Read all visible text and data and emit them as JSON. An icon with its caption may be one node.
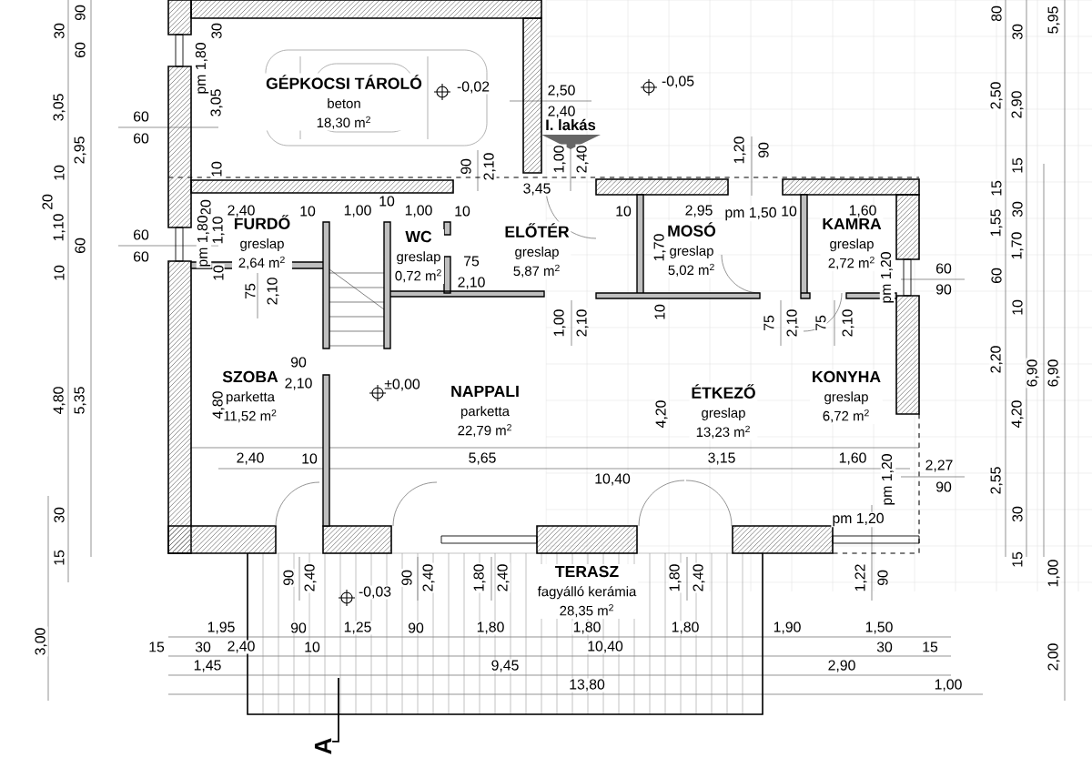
{
  "diagram": {
    "nodes": [
      {
        "text": [
          "GÉPKOCSI TÁROLÓ",
          "beton",
          "18,30 m$^{2}$"
        ]
      },
      {
        "text": [
          "FÜRDŐ",
          "greslap",
          "2,64 m$^{2}$"
        ]
      },
      {
        "text": [
          "WC",
          "greslap",
          "0,72 m$^{2}$"
        ]
      },
      {
        "text": [
          "ELŐTÉR",
          "greslap",
          "5,87 m$^{2}$"
        ]
      },
      {
        "text": [
          "MOSÓ",
          "greslap",
          "5,02 m$^{2}$"
        ]
      },
      {
        "text": [
          "KAMRA",
          "greslap",
          "2,72 m$^{2}$"
        ]
      },
      {
        "text": [
          "SZOBA",
          "parketta",
          "11,52 m$^{2}$"
        ]
      },
      {
        "text": [
          "NAPPALI",
          "parketta",
          "22,79 m$^{2}$"
        ]
      },
      {
        "text": [
          "ÉTKEZŐ",
          "greslap",
          "13,23 m$^{2}$"
        ]
      },
      {
        "text": [
          "KONYHA",
          "greslap",
          "6,72 m$^{2}$"
        ]
      },
      {
        "text": [
          "TERASZ",
          "fagyálló kerámia",
          "28,35 m$^{2}$"
        ]
      }
    ],
    "labels": [
      "90",
      "30",
      "60",
      "60",
      "60",
      "pm 1,80",
      "30",
      "3,05",
      "3,05",
      "2,95",
      "10",
      "10",
      "20",
      "20",
      "1,10",
      "60",
      "10",
      "60",
      "60",
      "pm 1,80",
      "1,10",
      "10",
      "75",
      "2,10",
      "-0,02",
      "2,50",
      "2,40",
      "I. lakás",
      "-0,05",
      "1,00",
      "2,40",
      "90",
      "2,10",
      "1,20",
      "90",
      "2,40",
      "10",
      "1,00",
      "10",
      "1,00",
      "10",
      "3,45",
      "10",
      "2,95",
      "pm 1,50",
      "10",
      "1,60",
      "75",
      "2,10",
      "1,70",
      "pm 1,20",
      "60",
      "90",
      "10",
      "1,00",
      "2,10",
      "75",
      "2,10",
      "75",
      "2,10",
      "90",
      "2,10",
      "±0,00",
      "4,80",
      "4,20",
      "4,80",
      "5,35",
      "2,40",
      "10",
      "5,65",
      "3,15",
      "1,60",
      "10,40",
      "pm 1,20",
      "2,27",
      "90",
      "30",
      "pm 1,20",
      "15",
      "90",
      "2,40",
      "90",
      "2,40",
      "1,80",
      "2,40",
      "1,80",
      "2,40",
      "1,22",
      "90",
      "-0,03",
      "3,00",
      "1,95",
      "90",
      "1,25",
      "90",
      "1,80",
      "1,80",
      "1,80",
      "1,90",
      "1,50",
      "15",
      "30",
      "2,40",
      "10",
      "10,40",
      "30",
      "15",
      "1,45",
      "9,45",
      "2,90",
      "13,80",
      "1,00",
      "A",
      "80",
      "30",
      "5,95",
      "2,50",
      "2,90",
      "15",
      "15",
      "30",
      "1,55",
      "1,70",
      "60",
      "10",
      "2,20",
      "6,90",
      "6,90",
      "4,20",
      "2,55",
      "30",
      "15",
      "1,00",
      "2,00"
    ]
  }
}
